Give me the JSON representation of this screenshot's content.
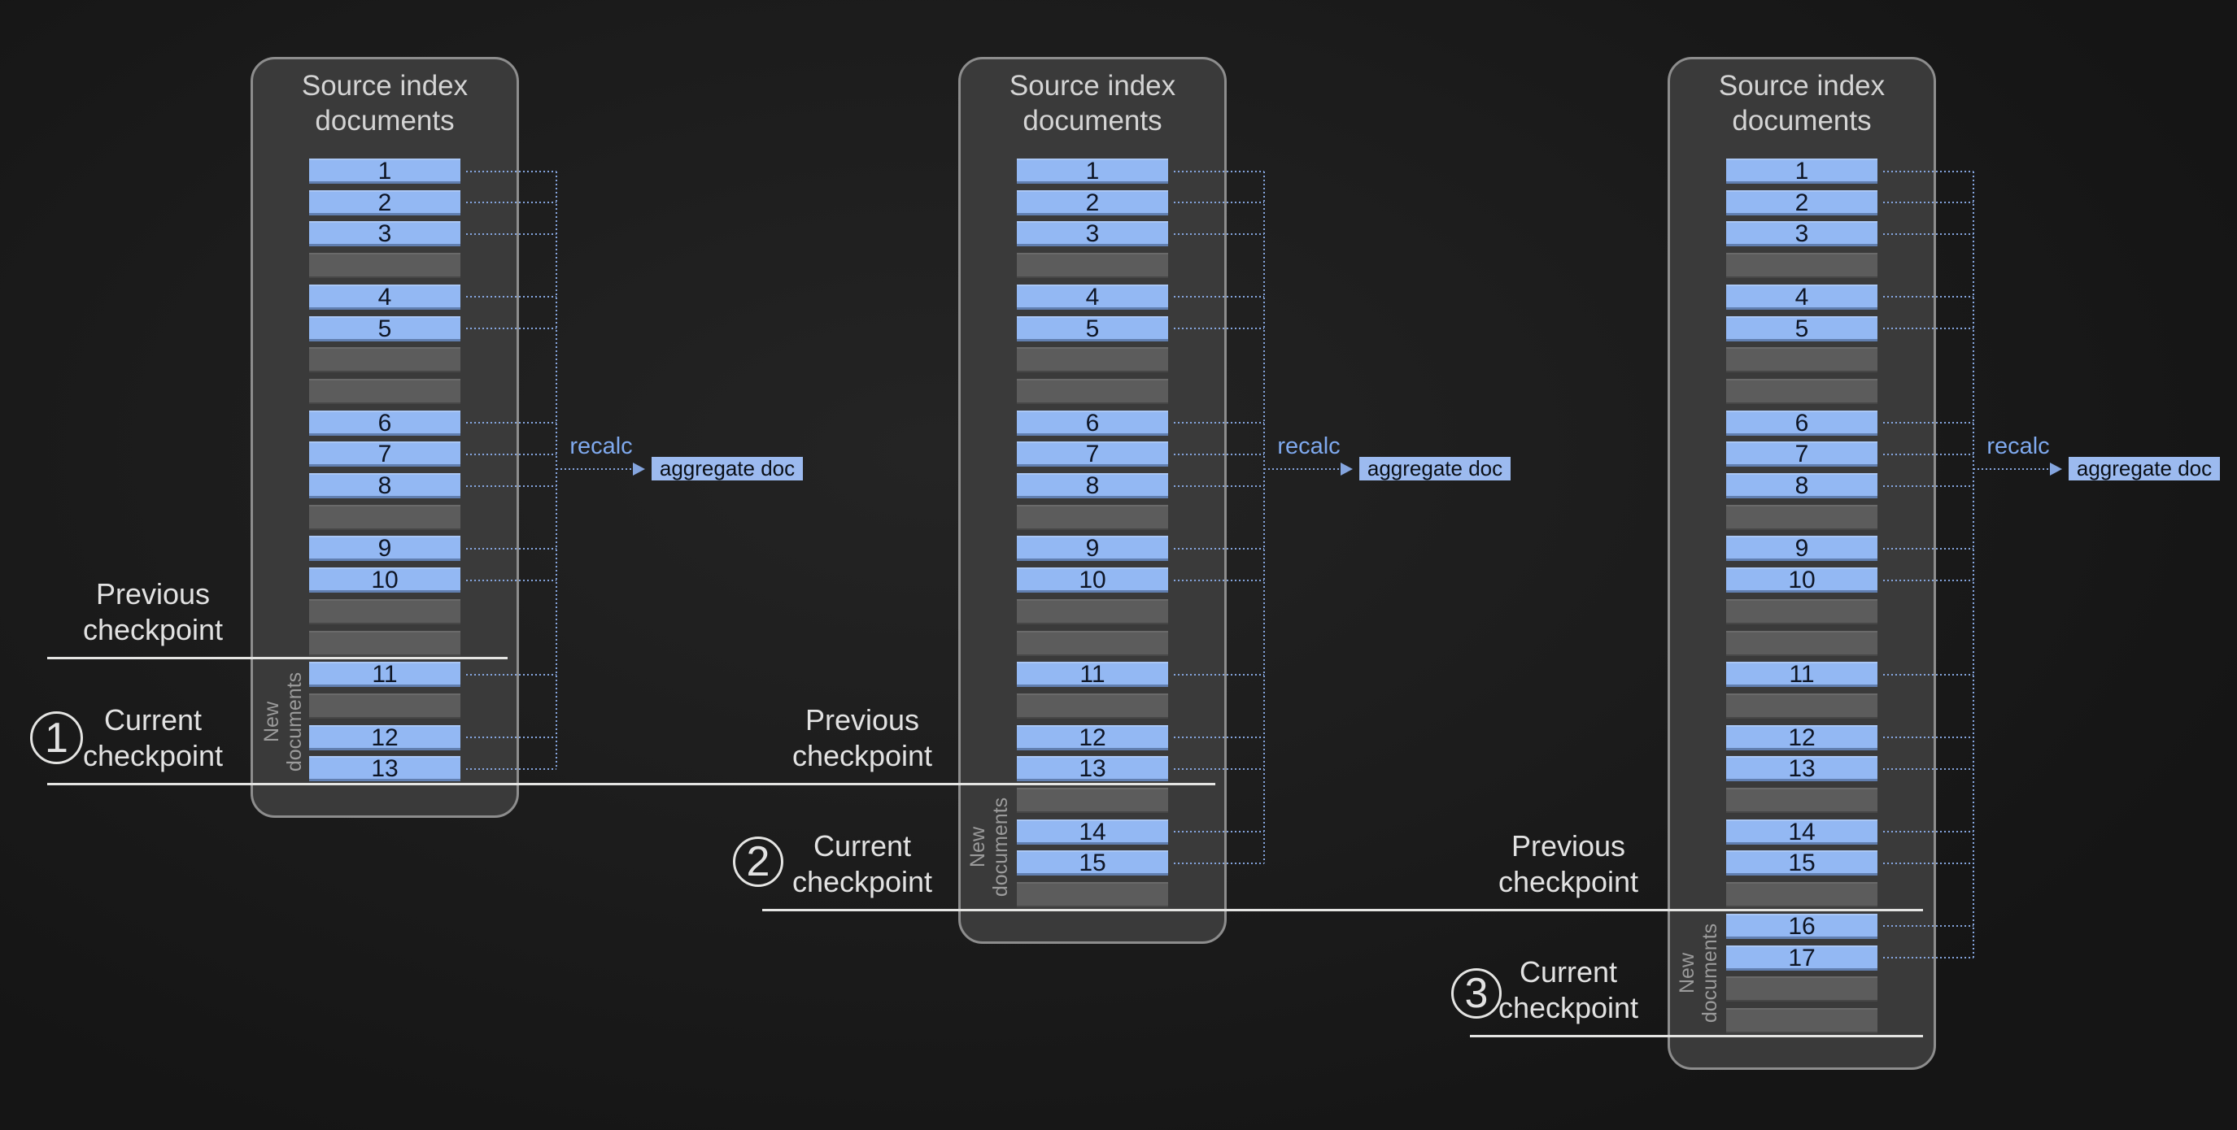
{
  "colors": {
    "background": "#1d1d1d",
    "panel_background": "#3a3a3a",
    "panel_border": "#8d8d8d",
    "doc_blue": "#93b8f3",
    "doc_blue_text": "#0e1524",
    "doc_gray": "#5c5c5c",
    "connector_blue": "#85a5de",
    "recalc_blue": "#7fa9ee",
    "aggregate_bg": "#9cbaef",
    "checkpoint_line": "#e4e4e2",
    "label_text": "#e2e2e2",
    "title_text": "#d4d4d4",
    "new_docs_text": "#9b9b9b"
  },
  "panels": [
    {
      "title": "Source index\ndocuments",
      "new_documents_label": "New\ndocuments",
      "recalc_label": "recalc",
      "aggregate_label": "aggregate doc",
      "rows": [
        "1",
        "2",
        "3",
        null,
        "4",
        "5",
        null,
        null,
        "6",
        "7",
        "8",
        null,
        "9",
        "10",
        null,
        null,
        "11",
        null,
        "12",
        "13"
      ]
    },
    {
      "title": "Source index\ndocuments",
      "new_documents_label": "New\ndocuments",
      "recalc_label": "recalc",
      "aggregate_label": "aggregate doc",
      "rows": [
        "1",
        "2",
        "3",
        null,
        "4",
        "5",
        null,
        null,
        "6",
        "7",
        "8",
        null,
        "9",
        "10",
        null,
        null,
        "11",
        null,
        "12",
        "13",
        null,
        "14",
        "15",
        null
      ]
    },
    {
      "title": "Source index\ndocuments",
      "new_documents_label": "New\ndocuments",
      "recalc_label": "recalc",
      "aggregate_label": "aggregate doc",
      "rows": [
        "1",
        "2",
        "3",
        null,
        "4",
        "5",
        null,
        null,
        "6",
        "7",
        "8",
        null,
        "9",
        "10",
        null,
        null,
        "11",
        null,
        "12",
        "13",
        null,
        "14",
        "15",
        null,
        "16",
        "17",
        null,
        null
      ]
    }
  ],
  "checkpoint_markers": [
    {
      "label": "Previous\ncheckpoint",
      "circle_number": null
    },
    {
      "label": "Current\ncheckpoint",
      "circle_number": "1"
    },
    {
      "label": "Previous\ncheckpoint",
      "circle_number": null
    },
    {
      "label": "Current\ncheckpoint",
      "circle_number": "2"
    },
    {
      "label": "Previous\ncheckpoint",
      "circle_number": null
    },
    {
      "label": "Current\ncheckpoint",
      "circle_number": "3"
    }
  ]
}
